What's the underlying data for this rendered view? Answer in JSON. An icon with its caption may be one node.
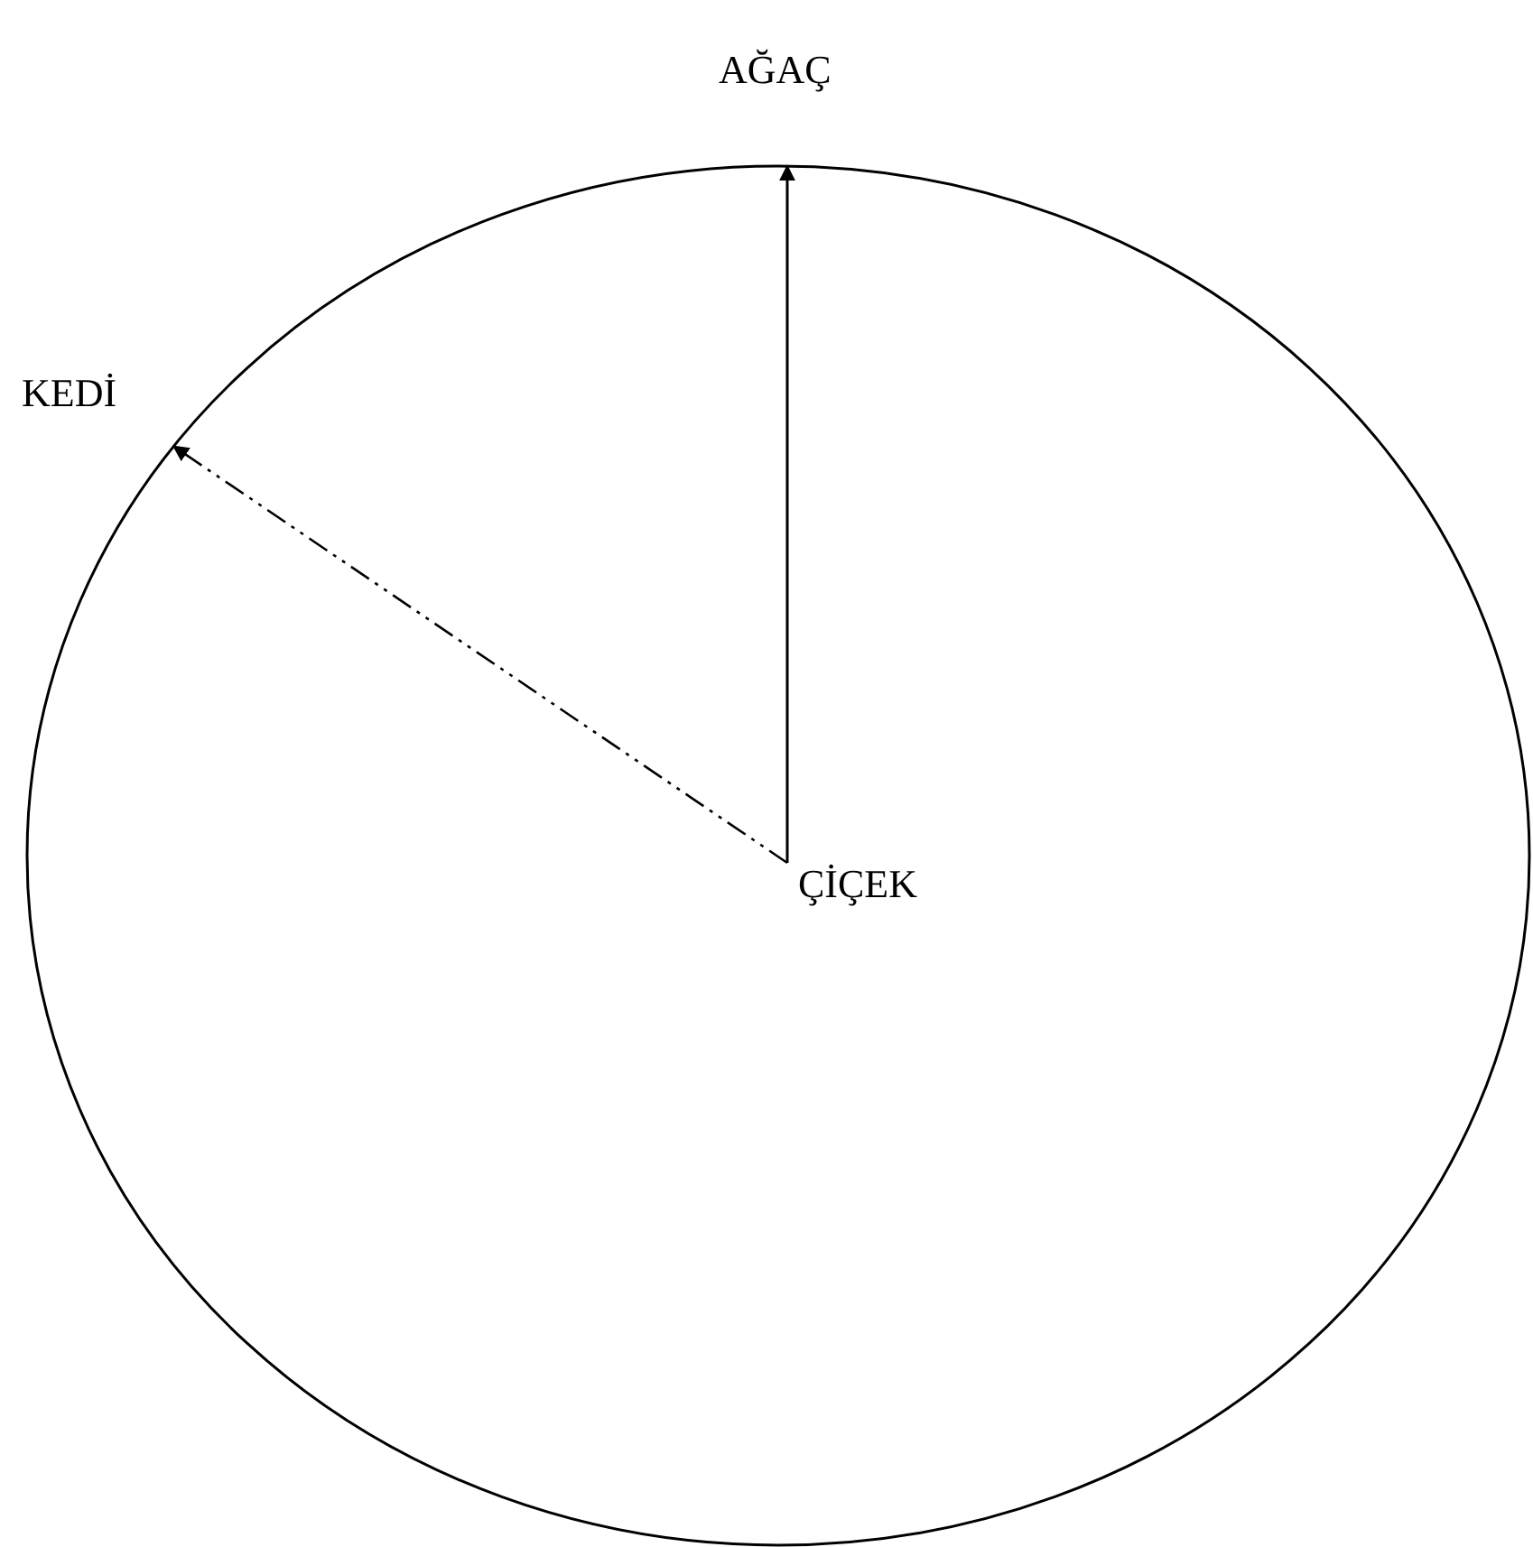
{
  "diagram": {
    "nodes": [
      {
        "text": [],
        "shape": "circle"
      },
      {
        "text": [
          "ÇİÇEK"
        ],
        "in": 0
      }
    ],
    "edges": [
      {
        "from": 1,
        "to": 0,
        "arrow": "to"
      },
      {
        "from": 1,
        "to": 0,
        "arrow": "to",
        "style": "dashed"
      }
    ],
    "labels": [
      "AĞAÇ",
      "KEDİ"
    ]
  }
}
